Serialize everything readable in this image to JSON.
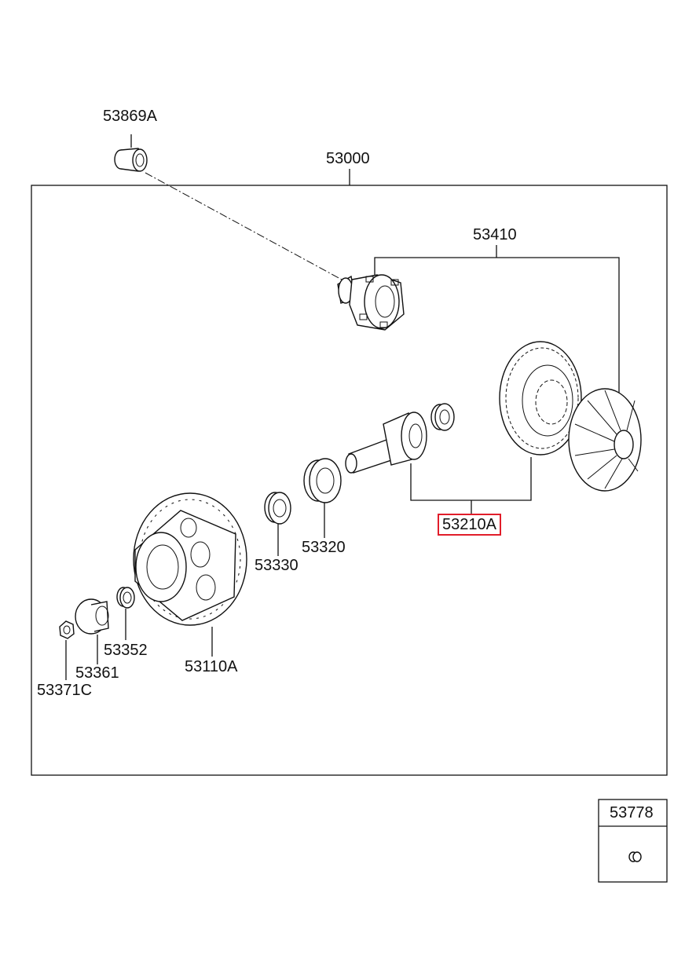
{
  "diagram": {
    "labels": {
      "p53869A": "53869A",
      "p53000": "53000",
      "p53410": "53410",
      "p53210A": "53210A",
      "p53320": "53320",
      "p53330": "53330",
      "p53352": "53352",
      "p53361": "53361",
      "p53110A": "53110A",
      "p53371C": "53371C",
      "p53778": "53778"
    },
    "highlight_color": "#e11d2a"
  }
}
